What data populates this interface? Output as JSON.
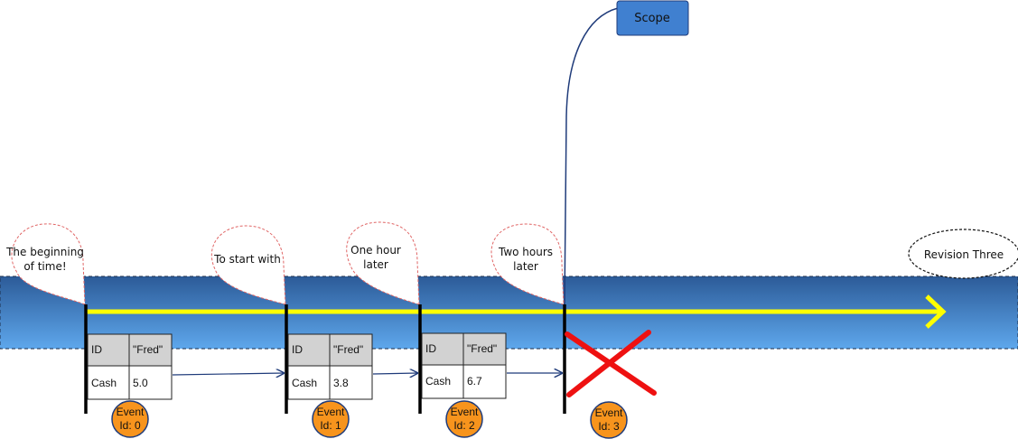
{
  "scope": {
    "label": "Scope"
  },
  "revision": {
    "label": "Revision Three"
  },
  "colors": {
    "band_top": "#2f5f9d",
    "band_bottom": "#5aa2e8",
    "arrow": "#ffff00",
    "cross": "#ee1111",
    "event": "#f7941d",
    "scope_box": "#3f7fcf",
    "connector": "#1f3b7a"
  },
  "markers": [
    {
      "callout": [
        "The beginning",
        "of time!"
      ],
      "table": {
        "h1": "ID",
        "h2": "\"Fred\"",
        "r1": "Cash",
        "r2": "5.0"
      },
      "event": [
        "Event",
        "Id: 0"
      ]
    },
    {
      "callout": [
        "To start with"
      ],
      "table": {
        "h1": "ID",
        "h2": "\"Fred\"",
        "r1": "Cash",
        "r2": "3.8"
      },
      "event": [
        "Event",
        "Id: 1"
      ]
    },
    {
      "callout": [
        "One hour",
        "later"
      ],
      "table": {
        "h1": "ID",
        "h2": "\"Fred\"",
        "r1": "Cash",
        "r2": "6.7"
      },
      "event": [
        "Event",
        "Id: 2"
      ]
    },
    {
      "callout": [
        "Two hours",
        "later"
      ],
      "table": null,
      "event": [
        "Event",
        "Id: 3"
      ],
      "cancelled": true
    }
  ]
}
